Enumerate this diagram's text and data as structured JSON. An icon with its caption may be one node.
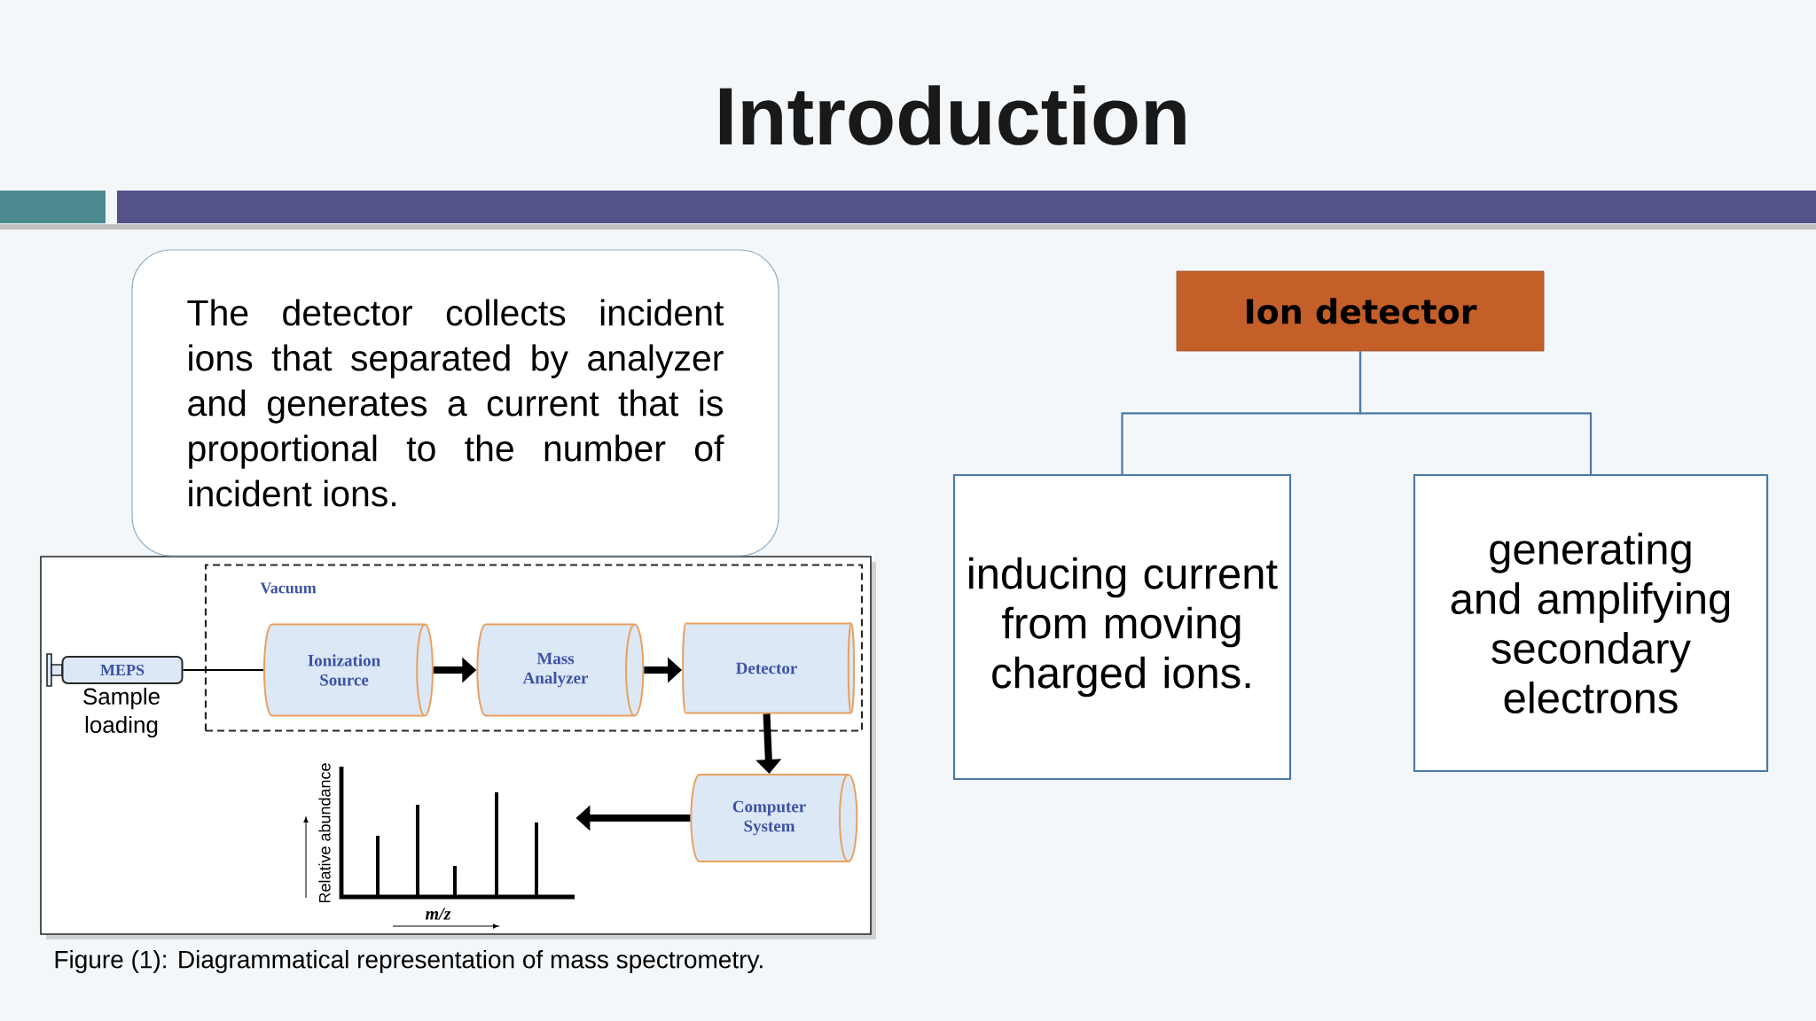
{
  "diagram": {
    "title": "Introduction",
    "caption": "Figure (1): Diagrammatical representation of mass spectrometry.",
    "nodes": [
      {
        "text": [
          "The detector collects incident ions that separated by analyzer and generates a current that is proportional to the number of incident ions."
        ]
      },
      {
        "text": [
          "Ion detector"
        ]
      },
      {
        "text": [
          "inducing current from moving charged ions."
        ]
      },
      {
        "text": [
          "generating and amplifying secondary electrons"
        ]
      },
      {
        "text": [
          "Vacuum"
        ]
      },
      {
        "text": [
          "MEPS"
        ],
        "beside": [
          "Sample loading"
        ]
      },
      {
        "text": [
          "Ionization Source"
        ],
        "in": 4
      },
      {
        "text": [
          "Mass Analyzer"
        ],
        "in": 4
      },
      {
        "text": [
          "Detector"
        ],
        "in": 4
      },
      {
        "text": [
          "Computer System"
        ]
      },
      {
        "text": [],
        "shape": "picture",
        "beside": [
          "Relative abundance",
          "m/z"
        ]
      }
    ],
    "edges": [
      {
        "from": 1,
        "to": 2,
        "arrow": "none",
        "color": "#4a7aa7"
      },
      {
        "from": 1,
        "to": 3,
        "arrow": "none",
        "color": "#4a7aa7"
      },
      {
        "from": 5,
        "to": 6,
        "arrow": "none"
      },
      {
        "from": 6,
        "to": 7,
        "arrow": "to"
      },
      {
        "from": 7,
        "to": 8,
        "arrow": "to"
      },
      {
        "from": 8,
        "to": 9,
        "arrow": "to"
      },
      {
        "from": 9,
        "to": 10,
        "arrow": "to"
      }
    ]
  }
}
